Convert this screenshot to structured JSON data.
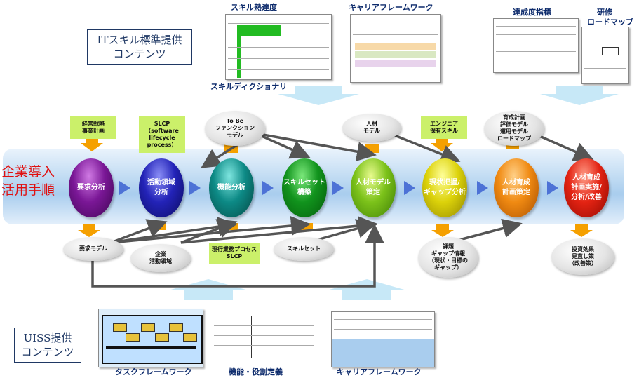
{
  "header": {
    "skill_level": "スキル熟達度",
    "career_framework_top": "キャリアフレームワーク",
    "achievement_index": "達成度指標",
    "training_roadmap_1": "研修",
    "training_roadmap_2": "ロードマップ",
    "skill_dictionary": "スキルディクショナリ"
  },
  "it_skill_box": {
    "line1": "ITスキル標準提供",
    "line2": "コンテンツ"
  },
  "uiss_box": {
    "line1": "UISS提供",
    "line2": "コンテンツ"
  },
  "side_title": {
    "line1": "企業導入",
    "line2": "活用手順"
  },
  "phases": [
    {
      "line1": "要求分析",
      "line2": ""
    },
    {
      "line1": "活動領域",
      "line2": "分析"
    },
    {
      "line1": "機能分析",
      "line2": ""
    },
    {
      "line1": "スキルセット",
      "line2": "構築"
    },
    {
      "line1": "人材モデル",
      "line2": "策定"
    },
    {
      "line1": "現状把握/",
      "line2": "ギャップ分析"
    },
    {
      "line1": "人材育成",
      "line2": "計画策定"
    },
    {
      "line1": "人材育成",
      "line2": "計画実施/",
      "line3": "分析/改善"
    }
  ],
  "top_inputs": {
    "mgmt_strategy": {
      "line1": "経営戦略",
      "line2": "事業計画"
    },
    "slcp": {
      "line1": "SLCP",
      "line2": "（software",
      "line3": "lifecycle",
      "line4": "process）"
    },
    "tobe": {
      "line1": "To Be",
      "line2": "ファンクション",
      "line3": "モデル"
    },
    "hr_model": {
      "line1": "人材",
      "line2": "モデル"
    },
    "engineer_skill": {
      "line1": "エンジニア",
      "line2": "保有スキル"
    },
    "dev_plan": {
      "line1": "育成計画",
      "line2": "評価モデル",
      "line3": "運用モデル",
      "line4": "ロードマップ"
    }
  },
  "bottom_outputs": {
    "req_model": "要求モデル",
    "enterprise_area": {
      "line1": "企業",
      "line2": "活動領域"
    },
    "current_process": {
      "line1": "現行業務プロセス",
      "line2": "SLCP"
    },
    "skill_set": "スキルセット",
    "issues": {
      "line1": "課題",
      "line2": "ギャップ情報",
      "line3": "（現状・目標の",
      "line4": "ギャップ）"
    },
    "roi": {
      "line1": "投資効果",
      "line2": "見直し策",
      "line3": "（改善策）"
    }
  },
  "footer": {
    "task_framework": "タスクフレームワーク",
    "function_role": "機能・役割定義",
    "career_framework_bottom": "キャリアフレームワーク"
  },
  "colors": {
    "accent_orange": "#f5a000",
    "arrow_blue": "#4d72d6",
    "connector": "#555555",
    "big_arrow": "#c7e8f7"
  }
}
